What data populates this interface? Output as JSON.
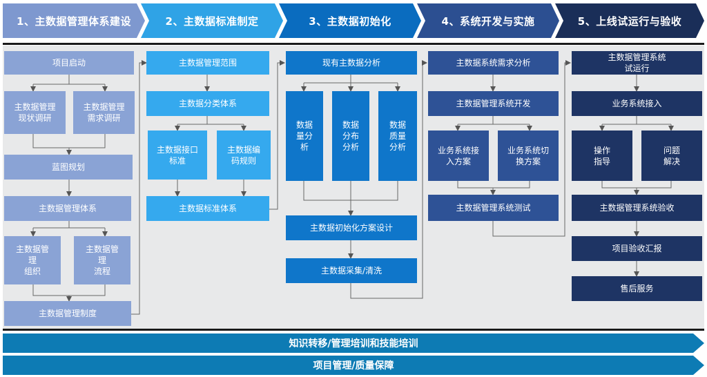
{
  "stages": [
    "1、主数据管理体系建设",
    "2、主数据标准制定",
    "3、主数据初始化",
    "4、系统开发与实施",
    "5、上线试运行与验收"
  ],
  "stage_colors": [
    "#7e98cf",
    "#2fa3e6",
    "#0a6cbf",
    "#2c4f91",
    "#1a2e58"
  ],
  "col1": {
    "start": "项目启动",
    "current_research": "主数据管理\n现状调研",
    "demand_research": "主数据管理\n需求调研",
    "blueprint": "蓝图规划",
    "system": "主数据管理体系",
    "organization": "主数据管\n理\n组织",
    "process": "主数据管\n理\n流程",
    "regulation": "主数据管理制度"
  },
  "col2": {
    "scope": "主数据管理范围",
    "classification": "主数据分类体系",
    "interface": "主数据接口\n标准",
    "coding": "主数据编\n码规则",
    "standard_system": "主数据标准体系"
  },
  "col3": {
    "analysis": "现有主数据分析",
    "volume": "数据\n量分\n析",
    "distribution": "数据\n分布\n分析",
    "quality": "数据\n质量\n分析",
    "plan_design": "主数据初始化方案设计",
    "collection": "主数据采集/清洗"
  },
  "col4": {
    "requirements": "主数据系统需求分析",
    "development": "主数据管理系统开发",
    "integration": "业务系统接\n入方案",
    "switch": "业务系统切\n换方案",
    "testing": "主数据管理系统测试"
  },
  "col5": {
    "trial": "主数据管理系统\n试运行",
    "access": "业务系统接入",
    "guidance": "操作\n指导",
    "problem": "问题\n解决",
    "acceptance": "主数据管理系统验收",
    "report": "项目验收汇报",
    "after_sales": "售后服务"
  },
  "bands": {
    "training": "知识转移/管理培训和技能培训",
    "management": "项目管理/质量保障"
  }
}
